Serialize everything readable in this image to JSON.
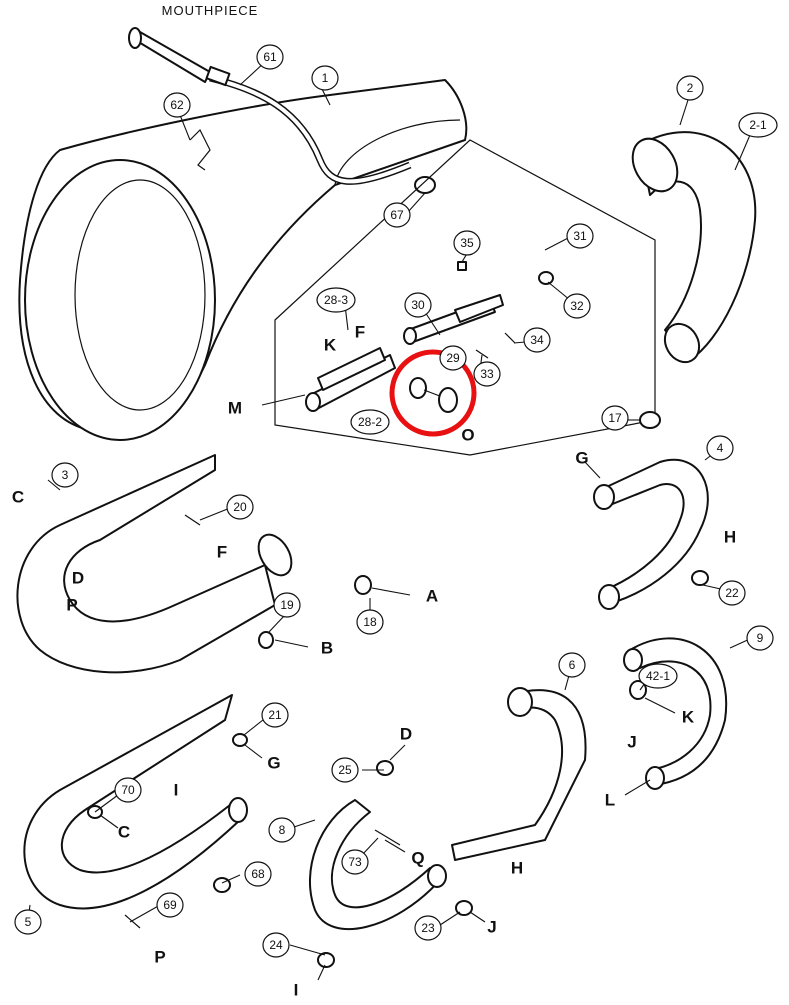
{
  "title_label": "MOUTHPIECE",
  "highlight": {
    "color": "#e81010",
    "target_part": "29"
  },
  "callouts": [
    {
      "id": "1",
      "label": "1"
    },
    {
      "id": "2",
      "label": "2"
    },
    {
      "id": "2-1",
      "label": "2-1"
    },
    {
      "id": "3",
      "label": "3"
    },
    {
      "id": "4",
      "label": "4"
    },
    {
      "id": "5",
      "label": "5"
    },
    {
      "id": "6",
      "label": "6"
    },
    {
      "id": "8",
      "label": "8"
    },
    {
      "id": "9",
      "label": "9"
    },
    {
      "id": "17",
      "label": "17"
    },
    {
      "id": "18",
      "label": "18"
    },
    {
      "id": "19",
      "label": "19"
    },
    {
      "id": "20",
      "label": "20"
    },
    {
      "id": "21",
      "label": "21"
    },
    {
      "id": "22",
      "label": "22"
    },
    {
      "id": "23",
      "label": "23"
    },
    {
      "id": "24",
      "label": "24"
    },
    {
      "id": "25",
      "label": "25"
    },
    {
      "id": "28-3",
      "label": "28-3"
    },
    {
      "id": "28-2",
      "label": "28-2"
    },
    {
      "id": "29",
      "label": "29"
    },
    {
      "id": "30",
      "label": "30"
    },
    {
      "id": "31",
      "label": "31"
    },
    {
      "id": "32",
      "label": "32"
    },
    {
      "id": "33",
      "label": "33"
    },
    {
      "id": "34",
      "label": "34"
    },
    {
      "id": "35",
      "label": "35"
    },
    {
      "id": "42-1",
      "label": "42-1"
    },
    {
      "id": "61",
      "label": "61"
    },
    {
      "id": "62",
      "label": "62"
    },
    {
      "id": "67",
      "label": "67"
    },
    {
      "id": "68",
      "label": "68"
    },
    {
      "id": "69",
      "label": "69"
    },
    {
      "id": "70",
      "label": "70"
    },
    {
      "id": "73",
      "label": "73"
    }
  ],
  "connection_letters": [
    "M",
    "K",
    "F",
    "O",
    "C",
    "D",
    "P",
    "F",
    "A",
    "B",
    "G",
    "H",
    "G",
    "C",
    "I",
    "P",
    "K",
    "J",
    "L",
    "D",
    "Q",
    "H",
    "J",
    "I"
  ]
}
